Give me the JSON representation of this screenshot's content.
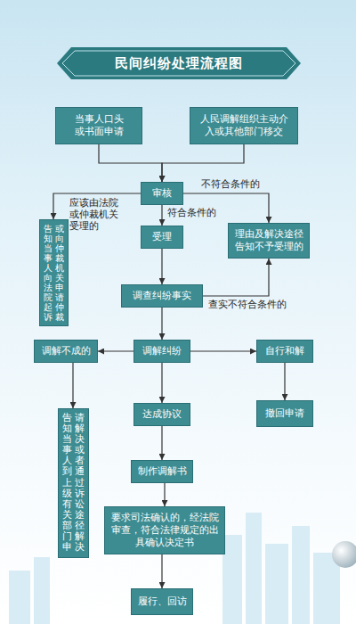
{
  "diagram": {
    "title": "民间纠纷处理流程图",
    "nodes": [
      {
        "text": [
          "当事人口头或书面申请"
        ]
      },
      {
        "text": [
          "人民调解组织主动介入或其他部门移交"
        ]
      },
      {
        "text": [
          "审核"
        ]
      },
      {
        "text": [
          "受理"
        ]
      },
      {
        "text": [
          "告知当事人向法院起诉",
          "或向仲裁机关申请仲裁"
        ]
      },
      {
        "text": [
          "理由及解决途径告知不予受理的"
        ]
      },
      {
        "text": [
          "调查纠纷事实"
        ]
      },
      {
        "text": [
          "调解不成的"
        ]
      },
      {
        "text": [
          "调解纠纷"
        ]
      },
      {
        "text": [
          "自行和解"
        ]
      },
      {
        "text": [
          "告知当事人到上级有关部门申",
          "请解决或者通过诉讼途径解决"
        ]
      },
      {
        "text": [
          "撤回申请"
        ]
      },
      {
        "text": [
          "达成协议"
        ]
      },
      {
        "text": [
          "制作调解书"
        ]
      },
      {
        "text": [
          "要求司法确认的，经法院审查，符合法律规定的出具确认决定书"
        ]
      },
      {
        "text": [
          "履行、回访"
        ]
      }
    ],
    "edges": [
      {
        "from": 0,
        "to": 2,
        "arrow": "to"
      },
      {
        "from": 1,
        "to": 2,
        "arrow": "to"
      },
      {
        "from": 2,
        "to": 4,
        "label": "应该由法院或仲裁机关受理的",
        "arrow": "to"
      },
      {
        "from": 2,
        "to": 3,
        "label": "符合条件的",
        "arrow": "to"
      },
      {
        "from": 2,
        "to": 5,
        "label": "不符合条件的",
        "arrow": "to"
      },
      {
        "from": 3,
        "to": 6,
        "arrow": "to"
      },
      {
        "from": 6,
        "to": 5,
        "label": "查实不符合条件的",
        "arrow": "to"
      },
      {
        "from": 6,
        "to": 8,
        "arrow": "to"
      },
      {
        "from": 8,
        "to": 7,
        "arrow": "to"
      },
      {
        "from": 8,
        "to": 9,
        "arrow": "to"
      },
      {
        "from": 7,
        "to": 10,
        "arrow": "to"
      },
      {
        "from": 9,
        "to": 11,
        "arrow": "to"
      },
      {
        "from": 8,
        "to": 12,
        "arrow": "to"
      },
      {
        "from": 12,
        "to": 13,
        "arrow": "to"
      },
      {
        "from": 13,
        "to": 14,
        "arrow": "to"
      },
      {
        "from": 14,
        "to": 15,
        "arrow": "to"
      }
    ]
  }
}
